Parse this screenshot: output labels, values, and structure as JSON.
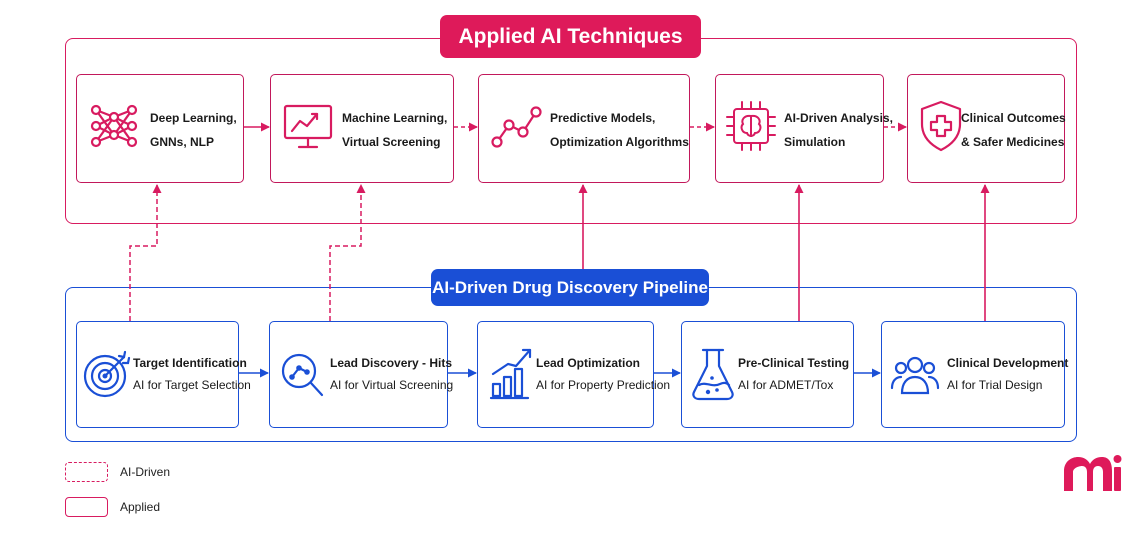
{
  "applied": {
    "banner": "Applied AI Techniques",
    "nodes": [
      {
        "line1": "Deep Learning,",
        "line2": "GNNs, NLP",
        "icon": "neural-network-icon"
      },
      {
        "line1": "Machine Learning,",
        "line2": "Virtual Screening",
        "icon": "monitor-chart-icon"
      },
      {
        "line1": "Predictive Models,",
        "line2": "Optimization Algorithms",
        "icon": "trend-nodes-icon"
      },
      {
        "line1": "AI-Driven Analysis,",
        "line2": "Simulation",
        "icon": "ai-chip-brain-icon"
      },
      {
        "line1": "Clinical Outcomes",
        "line2": "& Safer Medicines",
        "icon": "medical-shield-icon"
      }
    ]
  },
  "pipeline": {
    "banner": "AI-Driven Drug Discovery Pipeline",
    "stages": [
      {
        "title": "Target Identification",
        "subtitle": "AI for Target Selection",
        "icon": "target-icon"
      },
      {
        "title": "Lead Discovery - Hits",
        "subtitle": "AI for Virtual Screening",
        "icon": "magnifier-network-icon"
      },
      {
        "title": "Lead Optimization",
        "subtitle": "AI for Property Prediction",
        "icon": "bar-growth-icon"
      },
      {
        "title": "Pre-Clinical Testing",
        "subtitle": "AI for ADMET/Tox",
        "icon": "flask-icon"
      },
      {
        "title": "Clinical Development",
        "subtitle": "AI for Trial Design",
        "icon": "people-group-icon"
      }
    ]
  },
  "legend": {
    "ai_driven": "AI-Driven",
    "applied": "Applied"
  },
  "colors": {
    "applied": "#d81b60",
    "pipeline": "#1a4fd6"
  },
  "logo": {
    "icon": "brand-logo-icon"
  }
}
